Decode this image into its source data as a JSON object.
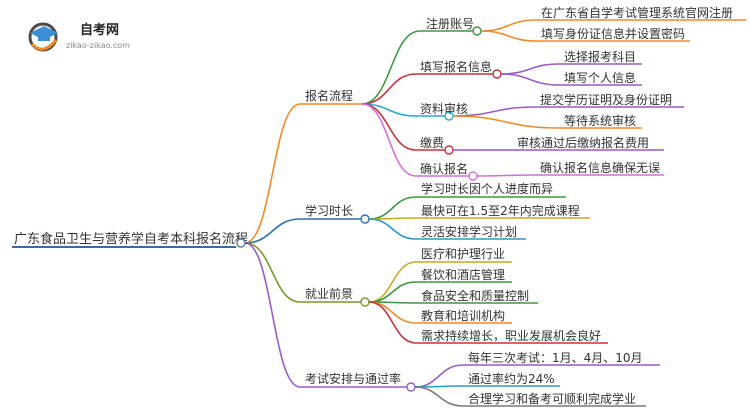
{
  "logo": {
    "title": "自考网",
    "subtitle": "zikao-zikao.com",
    "colors": {
      "cap": "#3a8fd6",
      "ring": "#4a4a4a",
      "accent": "#f28a2a"
    },
    "icon": "graduation-cap-icon"
  },
  "root": "广东食品卫生与营养学自考本科报名流程",
  "branches": [
    {
      "label": "报名流程",
      "color": "#f28a2a",
      "children": [
        {
          "label": "注册账号",
          "color": "#3c9a3c",
          "children": [
            {
              "label": "在广东省自学考试管理系统官网注册",
              "color": "#f28a2a"
            },
            {
              "label": "填写身份证信息并设置密码",
              "color": "#f28a2a"
            }
          ]
        },
        {
          "label": "填写报名信息",
          "color": "#c8323c",
          "children": [
            {
              "label": "选择报考科目",
              "color": "#9a5cc6"
            },
            {
              "label": "填写个人信息",
              "color": "#9a5cc6"
            }
          ]
        },
        {
          "label": "资料审核",
          "color": "#2aa8c8",
          "children": [
            {
              "label": "提交学历证明及身份证明",
              "color": "#9a5cc6"
            },
            {
              "label": "等待系统审核",
              "color": "#f28a2a"
            }
          ]
        },
        {
          "label": "缴费",
          "color": "#c8323c",
          "children": [
            {
              "label": "审核通过后缴纳报名费用",
              "color": "#9a5cc6"
            }
          ]
        },
        {
          "label": "确认报名",
          "color": "#d66fd6",
          "children": [
            {
              "label": "确认报名信息确保无误",
              "color": "#d66fd6"
            }
          ]
        }
      ]
    },
    {
      "label": "学习时长",
      "color": "#2f6fb0",
      "children": [
        {
          "label": "学习时长因个人进度而异",
          "color": "#3c9a3c"
        },
        {
          "label": "最快可在1.5至2年内完成课程",
          "color": "#c9a820"
        },
        {
          "label": "灵活安排学习计划",
          "color": "#2a9ac8"
        }
      ]
    },
    {
      "label": "就业前景",
      "color": "#7a9a2a",
      "children": [
        {
          "label": "医疗和护理行业",
          "color": "#c9a820"
        },
        {
          "label": "餐饮和酒店管理",
          "color": "#3c9a3c"
        },
        {
          "label": "食品安全和质量控制",
          "color": "#3c9a3c"
        },
        {
          "label": "教育和培训机构",
          "color": "#f28a2a"
        },
        {
          "label": "需求持续增长，职业发展机会良好",
          "color": "#c8323c"
        }
      ]
    },
    {
      "label": "考试安排与通过率",
      "color": "#9a5cc6",
      "children": [
        {
          "label": "每年三次考试：1月、4月、10月",
          "color": "#9a5cc6"
        },
        {
          "label": "通过率约为24%",
          "color": "#2a9ac8"
        },
        {
          "label": "合理学习和备考可顺利完成学业",
          "color": "#7a7a7a"
        }
      ]
    }
  ]
}
